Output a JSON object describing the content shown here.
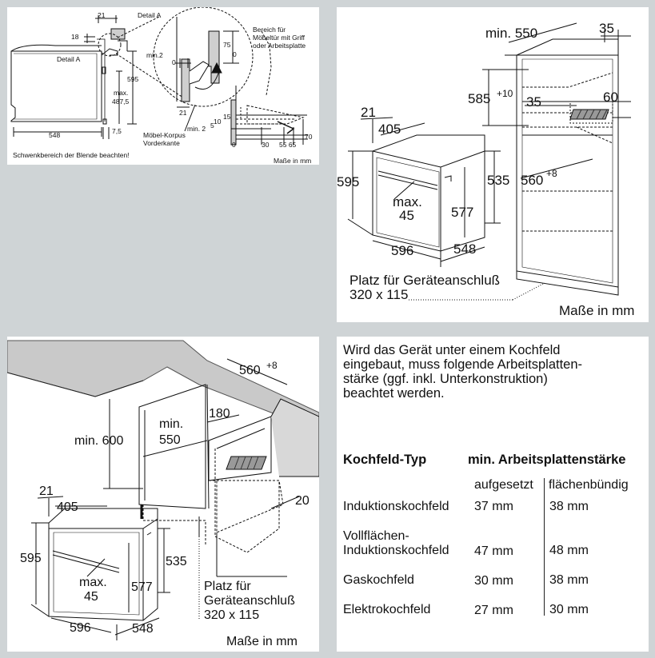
{
  "panel1": {
    "detail_a_title": "Detail A",
    "detail_a_pointer": "Detail A",
    "dim_21": "21",
    "dim_18": "18",
    "dim_595": "595",
    "dim_max": "max.",
    "dim_4875": "487,5",
    "dim_548": "548",
    "dim_75_small": "7,5",
    "dim_min2_a": "min.2",
    "dim_0_a": "0",
    "dim_75": "75",
    "dim_0_b": "0",
    "dim_21_b": "21",
    "bereich_1": "Bereich für",
    "bereich_2": "Möbeltür mit Griff",
    "bereich_3": "oder Arbeitsplatte",
    "dim_15": "15",
    "dim_10": "10",
    "dim_5": "5",
    "dim_min2_b": "min. 2",
    "moebel_1": "Möbel-Korpus",
    "moebel_2": "Vorderkante",
    "axis_0": "0",
    "axis_30": "30",
    "axis_55_65": "55 65",
    "axis_70": "70",
    "warning": "Schwenkbereich der Blende beachten!",
    "units": "Maße in mm"
  },
  "panel2": {
    "min550": "min. 550",
    "dim_35_top": "35",
    "dim_585": "585",
    "dim_585_sup": "+10",
    "dim_35_mid": "35",
    "dim_60": "60",
    "dim_21": "21",
    "dim_405": "405",
    "dim_595": "595",
    "dim_535": "535",
    "dim_560": "560",
    "dim_560_sup": "+8",
    "dim_max": "max.",
    "dim_45": "45",
    "dim_577": "577",
    "dim_596": "596",
    "dim_548": "548",
    "platz_1": "Platz für Geräteanschluß",
    "platz_2": "320 x 115",
    "units": "Maße in mm"
  },
  "panel3": {
    "dim_560": "560",
    "dim_560_sup": "+8",
    "dim_min": "min.",
    "dim_550": "550",
    "dim_180": "180",
    "dim_min600": "min. 600",
    "dim_20": "20",
    "dim_21": "21",
    "dim_405": "405",
    "dim_595": "595",
    "dim_535": "535",
    "dim_max": "max.",
    "dim_45": "45",
    "dim_577": "577",
    "dim_596": "596",
    "dim_548": "548",
    "platz_1": "Platz für",
    "platz_2": "Geräteanschluß",
    "platz_3": "320 x 115",
    "units": "Maße in mm"
  },
  "panel4": {
    "intro": [
      "Wird das Gerät unter einem Kochfeld",
      "eingebaut, muss folgende Arbeitsplatten-",
      "stärke (ggf. inkl. Unterkonstruktion)",
      "beachtet werden."
    ],
    "col_type": "Kochfeld-Typ",
    "col_min": "min. Arbeitsplattenstärke",
    "sub_1": "aufgesetzt",
    "sub_2": "flächenbündig",
    "rows": [
      {
        "type": "Induktionskochfeld",
        "aufgesetzt": "37 mm",
        "flaechenbuendig": "38 mm"
      },
      {
        "type_1": "Vollflächen-",
        "type_2": "Induktionskochfeld",
        "aufgesetzt": "47 mm",
        "flaechenbuendig": "48 mm"
      },
      {
        "type": "Gaskochfeld",
        "aufgesetzt": "30 mm",
        "flaechenbuendig": "38 mm"
      },
      {
        "type": "Elektrokochfeld",
        "aufgesetzt": "27 mm",
        "flaechenbuendig": "30 mm"
      }
    ]
  }
}
